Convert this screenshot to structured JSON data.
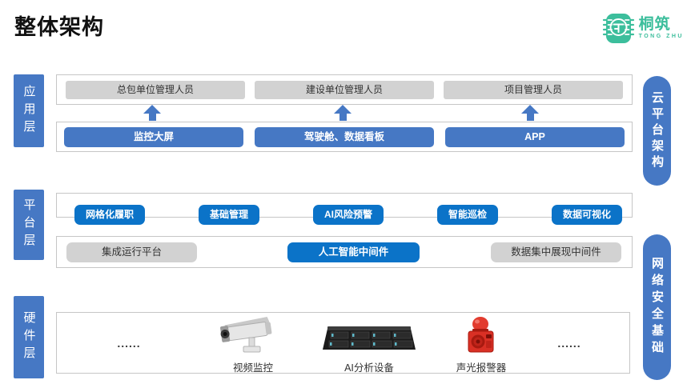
{
  "page": {
    "title": "整体架构"
  },
  "logo": {
    "name": "桐筑",
    "subname": "TONG ZHU",
    "color": "#3CBE9C"
  },
  "colors": {
    "accent_blue": "#4678C4",
    "bright_blue": "#0B73C8",
    "box_gray": "#D2D2D2",
    "frame_border": "#C6C6C6",
    "logo_green": "#3CBE9C"
  },
  "side_labels": {
    "cloud_platform": "云平台架构",
    "network_security": "网络安全基础"
  },
  "layers": {
    "application": {
      "label": "应用层",
      "roles": [
        "总包单位管理人员",
        "建设单位管理人员",
        "项目管理人员"
      ],
      "apps": [
        "监控大屏",
        "驾驶舱、数据看板",
        "APP"
      ]
    },
    "platform": {
      "label": "平台层",
      "modules": [
        "网格化履职",
        "基础管理",
        "AI风险预警",
        "智能巡检",
        "数据可视化"
      ],
      "middleware": [
        "集成运行平台",
        "人工智能中间件",
        "数据集中展现中间件"
      ]
    },
    "hardware": {
      "label": "硬件层",
      "ellipsis_left": "......",
      "ellipsis_right": "......",
      "devices": [
        "视频监控",
        "AI分析设备",
        "声光报警器"
      ]
    }
  }
}
